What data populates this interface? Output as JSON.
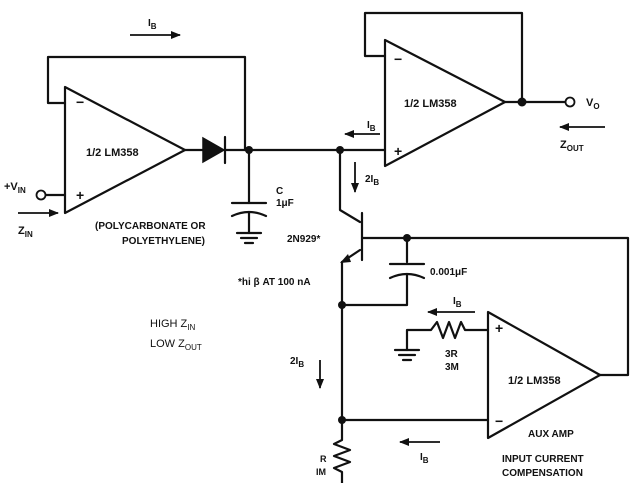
{
  "amp1": {
    "label": "1/2 LM358",
    "minus": "−",
    "plus": "+"
  },
  "amp2": {
    "label": "1/2 LM358",
    "minus": "−",
    "plus": "+"
  },
  "amp3": {
    "label": "1/2 LM358",
    "minus": "−",
    "plus": "+",
    "name": "AUX AMP"
  },
  "input": {
    "main": "+V",
    "sub": "IN",
    "z_main": "Z",
    "z_sub": "IN"
  },
  "output": {
    "main": "V",
    "sub": "O",
    "z_main": "Z",
    "z_sub": "OUT"
  },
  "cap_c": {
    "name": "C",
    "value": "1μF"
  },
  "dielectric": {
    "line1": "(POLYCARBONATE OR",
    "line2": "POLYETHYLENE)"
  },
  "transistor": {
    "name": "2N929*",
    "note": "*hi β AT 100 nA"
  },
  "cap_small": {
    "value": "0.001μF"
  },
  "resistor_3r": {
    "line1": "3R",
    "line2": "3M"
  },
  "resistor_r": {
    "line1": "R",
    "line2": "IM"
  },
  "currents": {
    "ib_top": {
      "main": "I",
      "sub": "B"
    },
    "ib_amp2": {
      "main": "I",
      "sub": "B"
    },
    "two_ib_upper": {
      "main": "2I",
      "sub": "B"
    },
    "ib_aux": {
      "main": "I",
      "sub": "B"
    },
    "two_ib_lower": {
      "main": "2I",
      "sub": "B"
    },
    "ib_bottom": {
      "main": "I",
      "sub": "B"
    }
  },
  "notes": {
    "high_z": {
      "main": "HIGH Z",
      "sub": "IN"
    },
    "low_z": {
      "main": "LOW Z",
      "sub": "OUT"
    },
    "comp_line1": "INPUT CURRENT",
    "comp_line2": "COMPENSATION"
  }
}
